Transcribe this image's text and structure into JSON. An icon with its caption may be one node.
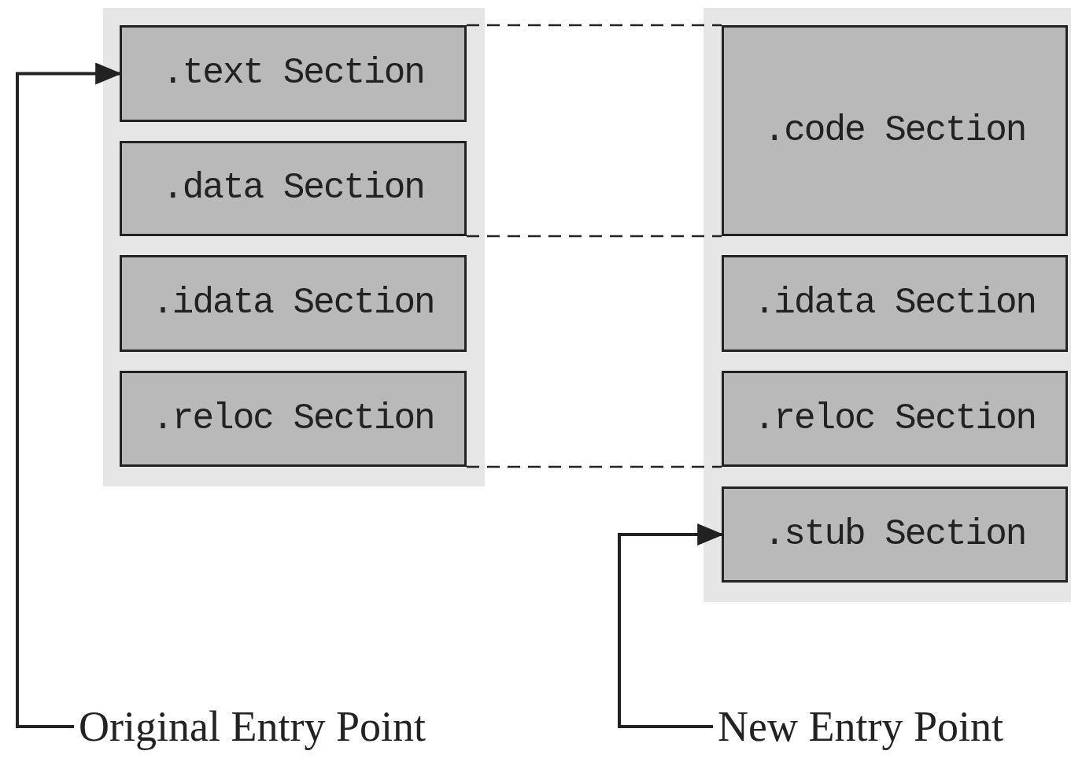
{
  "diagram": {
    "nodes": [
      {
        "text": [],
        "shape": "box"
      },
      {
        "text": [
          ".text Section"
        ],
        "in": 0
      },
      {
        "text": [
          ".data Section"
        ],
        "in": 0
      },
      {
        "text": [
          ".idata Section"
        ],
        "in": 0
      },
      {
        "text": [
          ".reloc Section"
        ],
        "in": 0
      },
      {
        "text": [],
        "shape": "box"
      },
      {
        "text": [
          ".code Section"
        ],
        "in": 5
      },
      {
        "text": [
          ".idata Section"
        ],
        "in": 5
      },
      {
        "text": [
          ".reloc Section"
        ],
        "in": 5
      },
      {
        "text": [
          ".stub Section"
        ],
        "in": 5
      },
      {
        "text": [
          "Original Entry Point"
        ]
      },
      {
        "text": [
          "New Entry Point"
        ]
      }
    ],
    "edges": [
      {
        "from": 10,
        "to": 1,
        "arrow": "to"
      },
      {
        "from": 11,
        "to": 9,
        "arrow": "to"
      },
      {
        "from": 1,
        "to": 6,
        "arrow": "none",
        "style": "dashed"
      },
      {
        "from": 2,
        "to": 6,
        "arrow": "none",
        "style": "dashed"
      },
      {
        "from": 4,
        "to": 8,
        "arrow": "none",
        "style": "dashed"
      }
    ]
  }
}
